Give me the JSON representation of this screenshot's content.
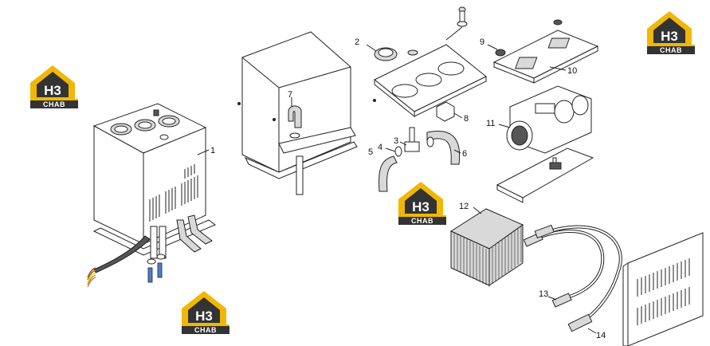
{
  "logo": {
    "mark": "H3",
    "wordmark": "CHAB",
    "accent": "#f2b705",
    "dark": "#333333"
  },
  "callouts": [
    "1",
    "2",
    "3",
    "4",
    "5",
    "6",
    "7",
    "8",
    "9",
    "10",
    "11",
    "12",
    "13",
    "14"
  ],
  "wire_colors": [
    "#e53935",
    "#43a047",
    "#fdd835",
    "#fb8c00",
    "#ffffff"
  ],
  "bolt_color": "#4a7fd4"
}
